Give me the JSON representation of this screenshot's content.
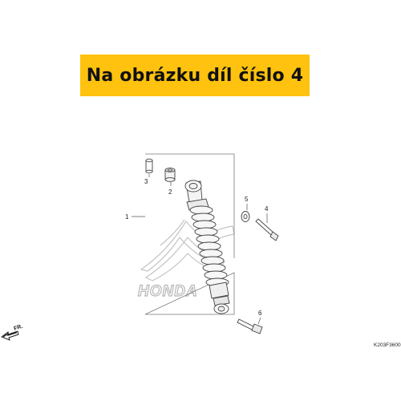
{
  "banner": {
    "text": "Na obrázku díl číslo 4",
    "color": "#ffc20e"
  },
  "callouts": [
    "1",
    "2",
    "3",
    "4",
    "5",
    "6"
  ],
  "brand_watermark": "HONDA",
  "front_arrow_label": "FR.",
  "figure_code": "K203F3600"
}
